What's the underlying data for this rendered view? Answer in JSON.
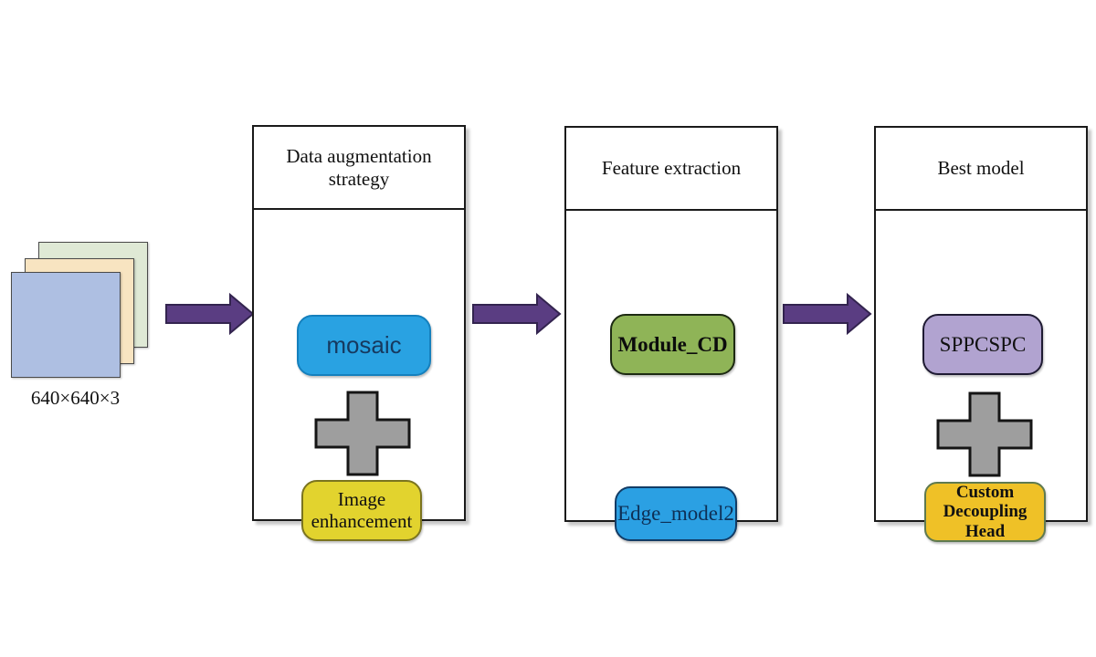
{
  "diagram": {
    "input": {
      "label": "640×640×3",
      "layers": [
        {
          "position": "back",
          "color": "#dfe9d5"
        },
        {
          "position": "middle",
          "color": "#f8e4c1"
        },
        {
          "position": "front",
          "color": "#aebfe2"
        }
      ]
    },
    "arrow": {
      "fill": "#5a3d82",
      "stroke": "#33244f"
    },
    "plus_icon": {
      "fill": "#9e9e9e",
      "stroke": "#151515"
    },
    "columns": [
      {
        "title": "Data augmentation strategy",
        "chips": [
          {
            "label": "mosaic",
            "bg": "#29a2e2",
            "border": "#1580bd",
            "text": "#16395f"
          },
          {
            "label": "Image enhancement",
            "line1": "Image",
            "line2": "enhancement",
            "bg": "#e2d32e",
            "border": "#7b741f",
            "text": "#111111"
          }
        ]
      },
      {
        "title": "Feature extraction",
        "chips": [
          {
            "label": "Module_CD",
            "bg": "#8fb457",
            "border": "#1d2a12",
            "text": "#0c0c0c"
          },
          {
            "label": "Edge_model2",
            "bg": "#2ba0e3",
            "border": "#123c66",
            "text": "#0e2f55"
          }
        ]
      },
      {
        "title": "Best model",
        "chips": [
          {
            "label": "SPPCSPC",
            "bg": "#b1a3d0",
            "border": "#1f1b33",
            "text": "#111111"
          },
          {
            "label": "Custom Decoupling Head",
            "line1": "Custom",
            "line2": "Decoupling Head",
            "bg": "#efc127",
            "border": "#5f7a50",
            "text": "#111111"
          }
        ]
      }
    ]
  }
}
